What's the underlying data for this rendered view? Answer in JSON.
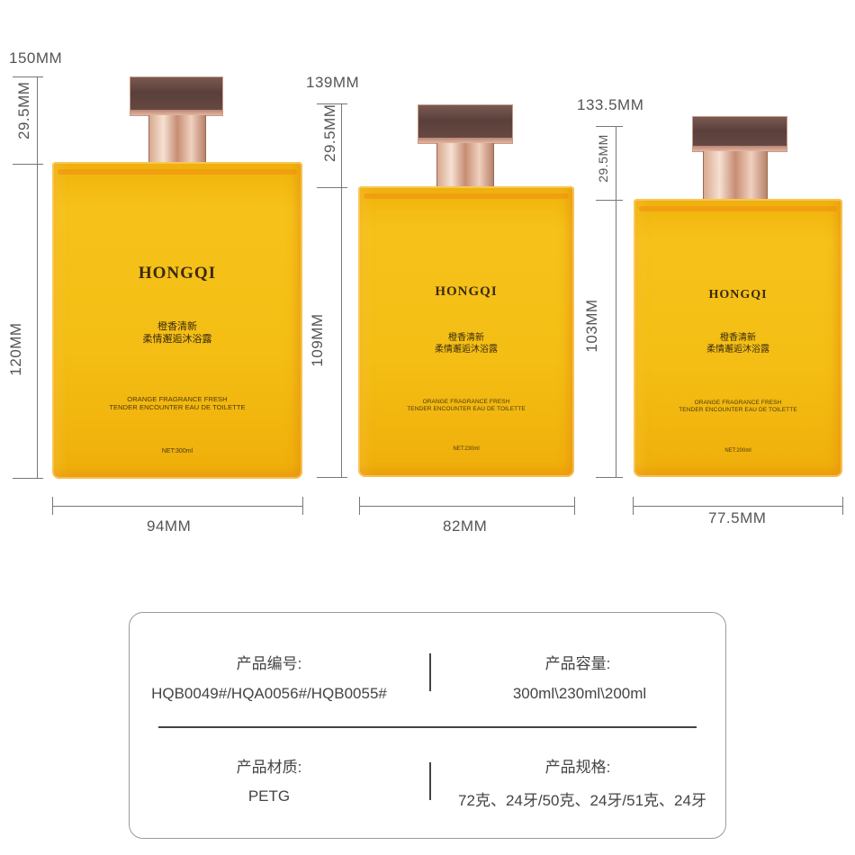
{
  "bottles": [
    {
      "total_height": "150MM",
      "cap_height": "29.5MM",
      "body_height": "120MM",
      "width": "94MM",
      "brand": "HONGQI",
      "cn_line1": "橙香清新",
      "cn_line2": "柔情邂逅沐浴露",
      "en_line1": "ORANGE FRAGRANCE FRESH",
      "en_line2": "TENDER ENCOUNTER EAU DE TOILETTE",
      "net": "NET:300ml"
    },
    {
      "total_height": "139MM",
      "cap_height": "29.5MM",
      "body_height": "109MM",
      "width": "82MM",
      "brand": "HONGQI",
      "cn_line1": "橙香清新",
      "cn_line2": "柔情邂逅沐浴露",
      "en_line1": "ORANGE FRAGRANCE FRESH",
      "en_line2": "TENDER ENCOUNTER EAU DE TOILETTE",
      "net": "NET:230ml"
    },
    {
      "total_height": "133.5MM",
      "cap_height": "29.5MM",
      "body_height": "103MM",
      "width": "77.5MM",
      "brand": "HONGQI",
      "cn_line1": "橙香清新",
      "cn_line2": "柔情邂逅沐浴露",
      "en_line1": "ORANGE FRAGRANCE FRESH",
      "en_line2": "TENDER ENCOUNTER EAU DE TOILETTE",
      "net": "NET:200ml"
    }
  ],
  "specs": {
    "code_label": "产品编号:",
    "code_value": "HQB0049#/HQA0056#/HQB0055#",
    "capacity_label": "产品容量:",
    "capacity_value": "300ml\\230ml\\200ml",
    "material_label": "产品材质:",
    "material_value": "PETG",
    "spec_label": "产品规格:",
    "spec_value": "72克、24牙/50克、24牙/51克、24牙"
  },
  "colors": {
    "liquid": "#f4be14",
    "cap": "#5a3f3a",
    "neck": "#e8c2ad",
    "border": "#9a9a9a"
  }
}
